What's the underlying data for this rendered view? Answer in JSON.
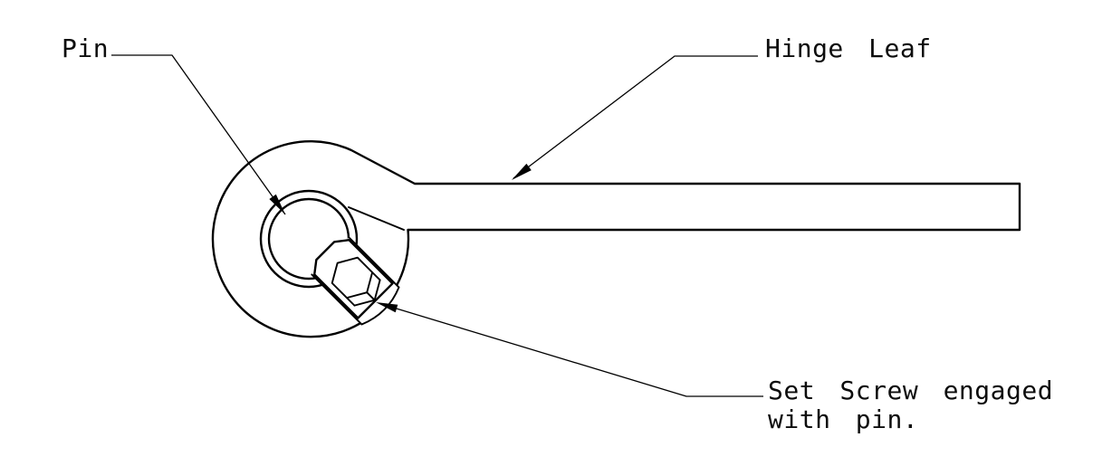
{
  "drawing": {
    "background_color": "#ffffff",
    "line_color": "#000000",
    "hatch_style": "ansi-32-paired-diagonal",
    "labels": {
      "pin": "Pin",
      "hinge_leaf": "Hinge Leaf",
      "set_screw_line1": "Set Screw engaged",
      "set_screw_line2": "with pin."
    },
    "callouts": [
      {
        "label": "Pin",
        "points_to": "pin-section"
      },
      {
        "label": "Hinge Leaf",
        "points_to": "hinge-leaf-plate"
      },
      {
        "label": "Set Screw engaged with pin.",
        "points_to": "set-screw"
      }
    ]
  }
}
